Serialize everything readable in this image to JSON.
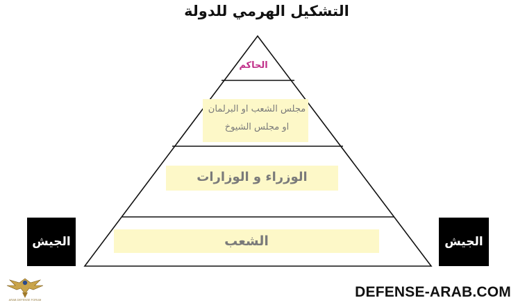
{
  "title": "التشكيل الهرمي للدولة",
  "tiers": {
    "ruler": "الحاكم",
    "parliament_line1": "مجلس الشعب او البرلمان",
    "parliament_line2": "او مجلس الشيوخ",
    "ministers": "الوزراء و الوزارات",
    "people": "الشعب"
  },
  "army_left": "الجيش",
  "army_right": "الجيش",
  "website": "DEFENSE-ARAB.COM",
  "logo_caption": "ARAB DEFENSE FORUM",
  "colors": {
    "ruler_text": "#c0308a",
    "highlight": "#fdf8c8",
    "tier_text": "#7a7a7a",
    "army_box": "#000000"
  }
}
